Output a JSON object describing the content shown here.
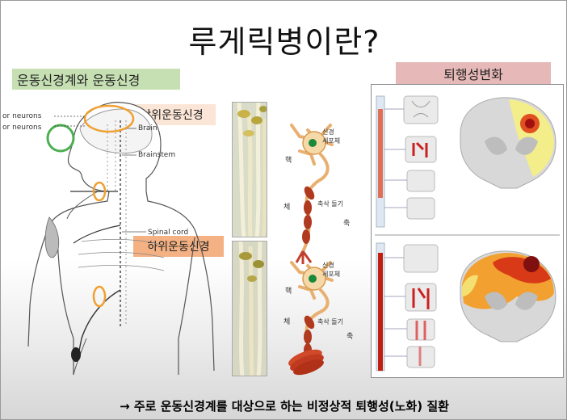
{
  "title": "루게릭병이란?",
  "tags": {
    "motor_system": "운동신경계와 운동신경",
    "upper_motor": "상위운동신경",
    "lower_motor": "하위운동신경",
    "degeneration": "퇴행성변화"
  },
  "body_labels": {
    "brain": "Brain",
    "brainstem": "Brainstem",
    "spinal_cord": "Spinal cord",
    "neurons_1": "or neurons",
    "neurons_2": "or neurons"
  },
  "neuron_labels": {
    "cell_body_1": "신경\n세포체",
    "axon_1": "축삭 돌기",
    "cell_body_2": "신경\n세포체",
    "axon_2": "축삭 돌기",
    "nucleus_1": "핵",
    "nucleus_2": "핵",
    "side_1": "체",
    "side_2": "체",
    "side_3": "축",
    "side_4": "축"
  },
  "conclusion": "→ 주로 운동신경계를 대상으로 하는 비정상적 퇴행성(노화) 질환",
  "colors": {
    "green_tag": "#c6e0b4",
    "upper_tag": "#fbe5d6",
    "lower_tag": "#f4b183",
    "degen_tag": "#e6b8b7",
    "highlight_green": "#4caf50",
    "highlight_orange": "#f0a030"
  }
}
